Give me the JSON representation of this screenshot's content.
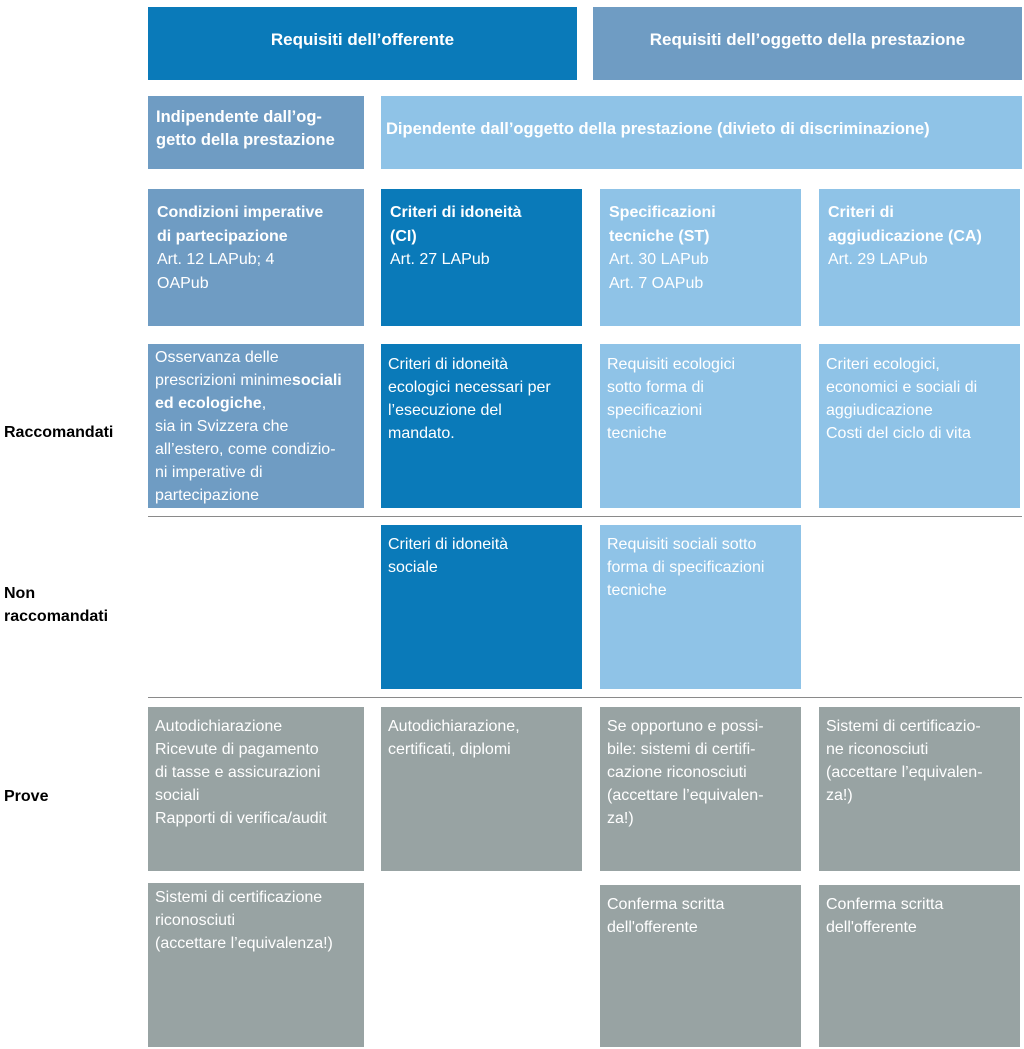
{
  "headers": {
    "offerente": "Requisiti dell’offerente",
    "oggetto": "Requisiti dell’oggetto della prestazione"
  },
  "subheaders": {
    "indipendente": "Indipendente dall’og-\ngetto della prestazione",
    "dipendente": "Dipendente dall’oggetto della prestazione (divieto di discriminazione)"
  },
  "columns": [
    {
      "title": "Condizioni imperative\ndi partecipazione",
      "ref": "Art. 12 LAPub; 4\nOAPub"
    },
    {
      "title": "Criteri di idoneità\n(CI)",
      "ref": "Art. 27 LAPub"
    },
    {
      "title": "Specificazioni\ntecniche (ST)",
      "ref": "Art. 30 LAPub\nArt. 7 OAPub"
    },
    {
      "title": "Criteri di\naggiudicazione (CA)",
      "ref": "Art. 29 LAPub"
    }
  ],
  "row_labels": {
    "raccomandati": "Raccomandati",
    "non_raccomandati": "Non\nraccomandati",
    "prove": "Prove"
  },
  "raccomandati": {
    "condizioni": {
      "before": "Osservanza delle\nprescrizioni minime",
      "bold": "sociali ed ecologiche",
      "after": ",\nsia in Svizzera che\nall’estero, come condizio-\nni imperative di\npartecipazione"
    },
    "idoneita": "Criteri di idoneità\necologici necessari per\nl’esecuzione del\nmandato.",
    "specificazioni": "Requisiti ecologici\nsotto forma di\nspecificazioni\ntecniche",
    "aggiudicazione": "Criteri ecologici,\neconomici e sociali di\naggiudicazione\nCosti del ciclo di vita"
  },
  "non_raccomandati": {
    "idoneita": "Criteri di idoneità\nsociale",
    "specificazioni": "Requisiti sociali sotto\nforma di specificazioni\ntecniche"
  },
  "prove": {
    "row1": {
      "condizioni": "Autodichiarazione\nRicevute di pagamento\ndi tasse e assicurazioni\nsociali\nRapporti di verifica/audit",
      "idoneita": "Autodichiarazione,\ncertificati, diplomi",
      "specificazioni": "Se opportuno e possi-\nbile: sistemi di certifi-\ncazione riconosciuti\n(accettare l’equivalen-\nza!)",
      "aggiudicazione": "Sistemi di certificazio-\nne riconosciuti\n(accettare l’equivalen-\nza!)"
    },
    "row2": {
      "condizioni": "Sistemi di certificazione\nriconosciuti\n(accettare l’equivalenza!)",
      "specificazioni": "Conferma scritta\ndell'offerente",
      "aggiudicazione": "Conferma scritta\ndell'offerente"
    }
  },
  "colors": {
    "dark": "#0a7ab9",
    "mid": "#6f9cc3",
    "light": "#8fc3e7",
    "gray": "#98a3a3"
  }
}
